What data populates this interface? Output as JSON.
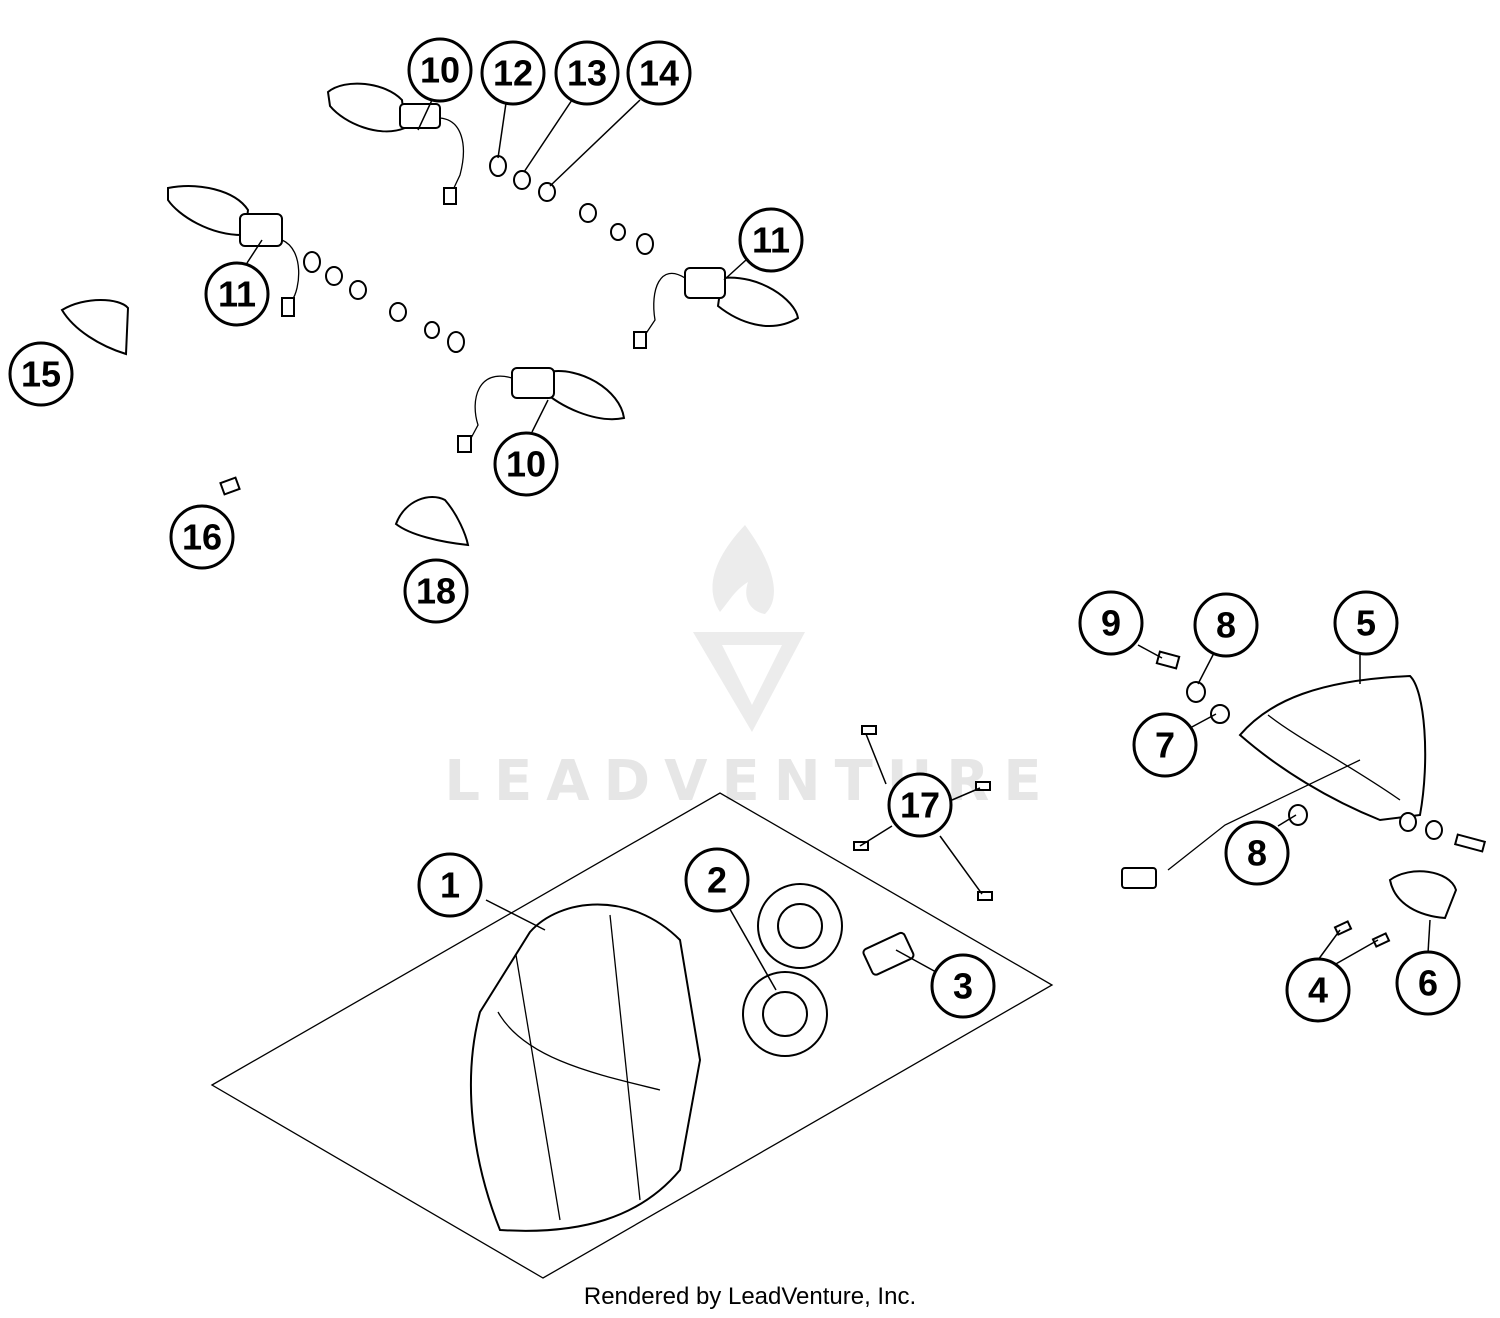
{
  "watermark": {
    "text": "LEADVENTURE"
  },
  "footer": {
    "credit": "Rendered by LeadVenture, Inc."
  },
  "callouts": [
    {
      "id": "c-10-top",
      "label": "10"
    },
    {
      "id": "c-12",
      "label": "12"
    },
    {
      "id": "c-13",
      "label": "13"
    },
    {
      "id": "c-14",
      "label": "14"
    },
    {
      "id": "c-11-right",
      "label": "11"
    },
    {
      "id": "c-11-left",
      "label": "11"
    },
    {
      "id": "c-15",
      "label": "15"
    },
    {
      "id": "c-10-bottom",
      "label": "10"
    },
    {
      "id": "c-16",
      "label": "16"
    },
    {
      "id": "c-18",
      "label": "18"
    },
    {
      "id": "c-9",
      "label": "9"
    },
    {
      "id": "c-8-top",
      "label": "8"
    },
    {
      "id": "c-5",
      "label": "5"
    },
    {
      "id": "c-7",
      "label": "7"
    },
    {
      "id": "c-17",
      "label": "17"
    },
    {
      "id": "c-8-bottom",
      "label": "8"
    },
    {
      "id": "c-1",
      "label": "1"
    },
    {
      "id": "c-2",
      "label": "2"
    },
    {
      "id": "c-3",
      "label": "3"
    },
    {
      "id": "c-4",
      "label": "4"
    },
    {
      "id": "c-6",
      "label": "6"
    }
  ]
}
